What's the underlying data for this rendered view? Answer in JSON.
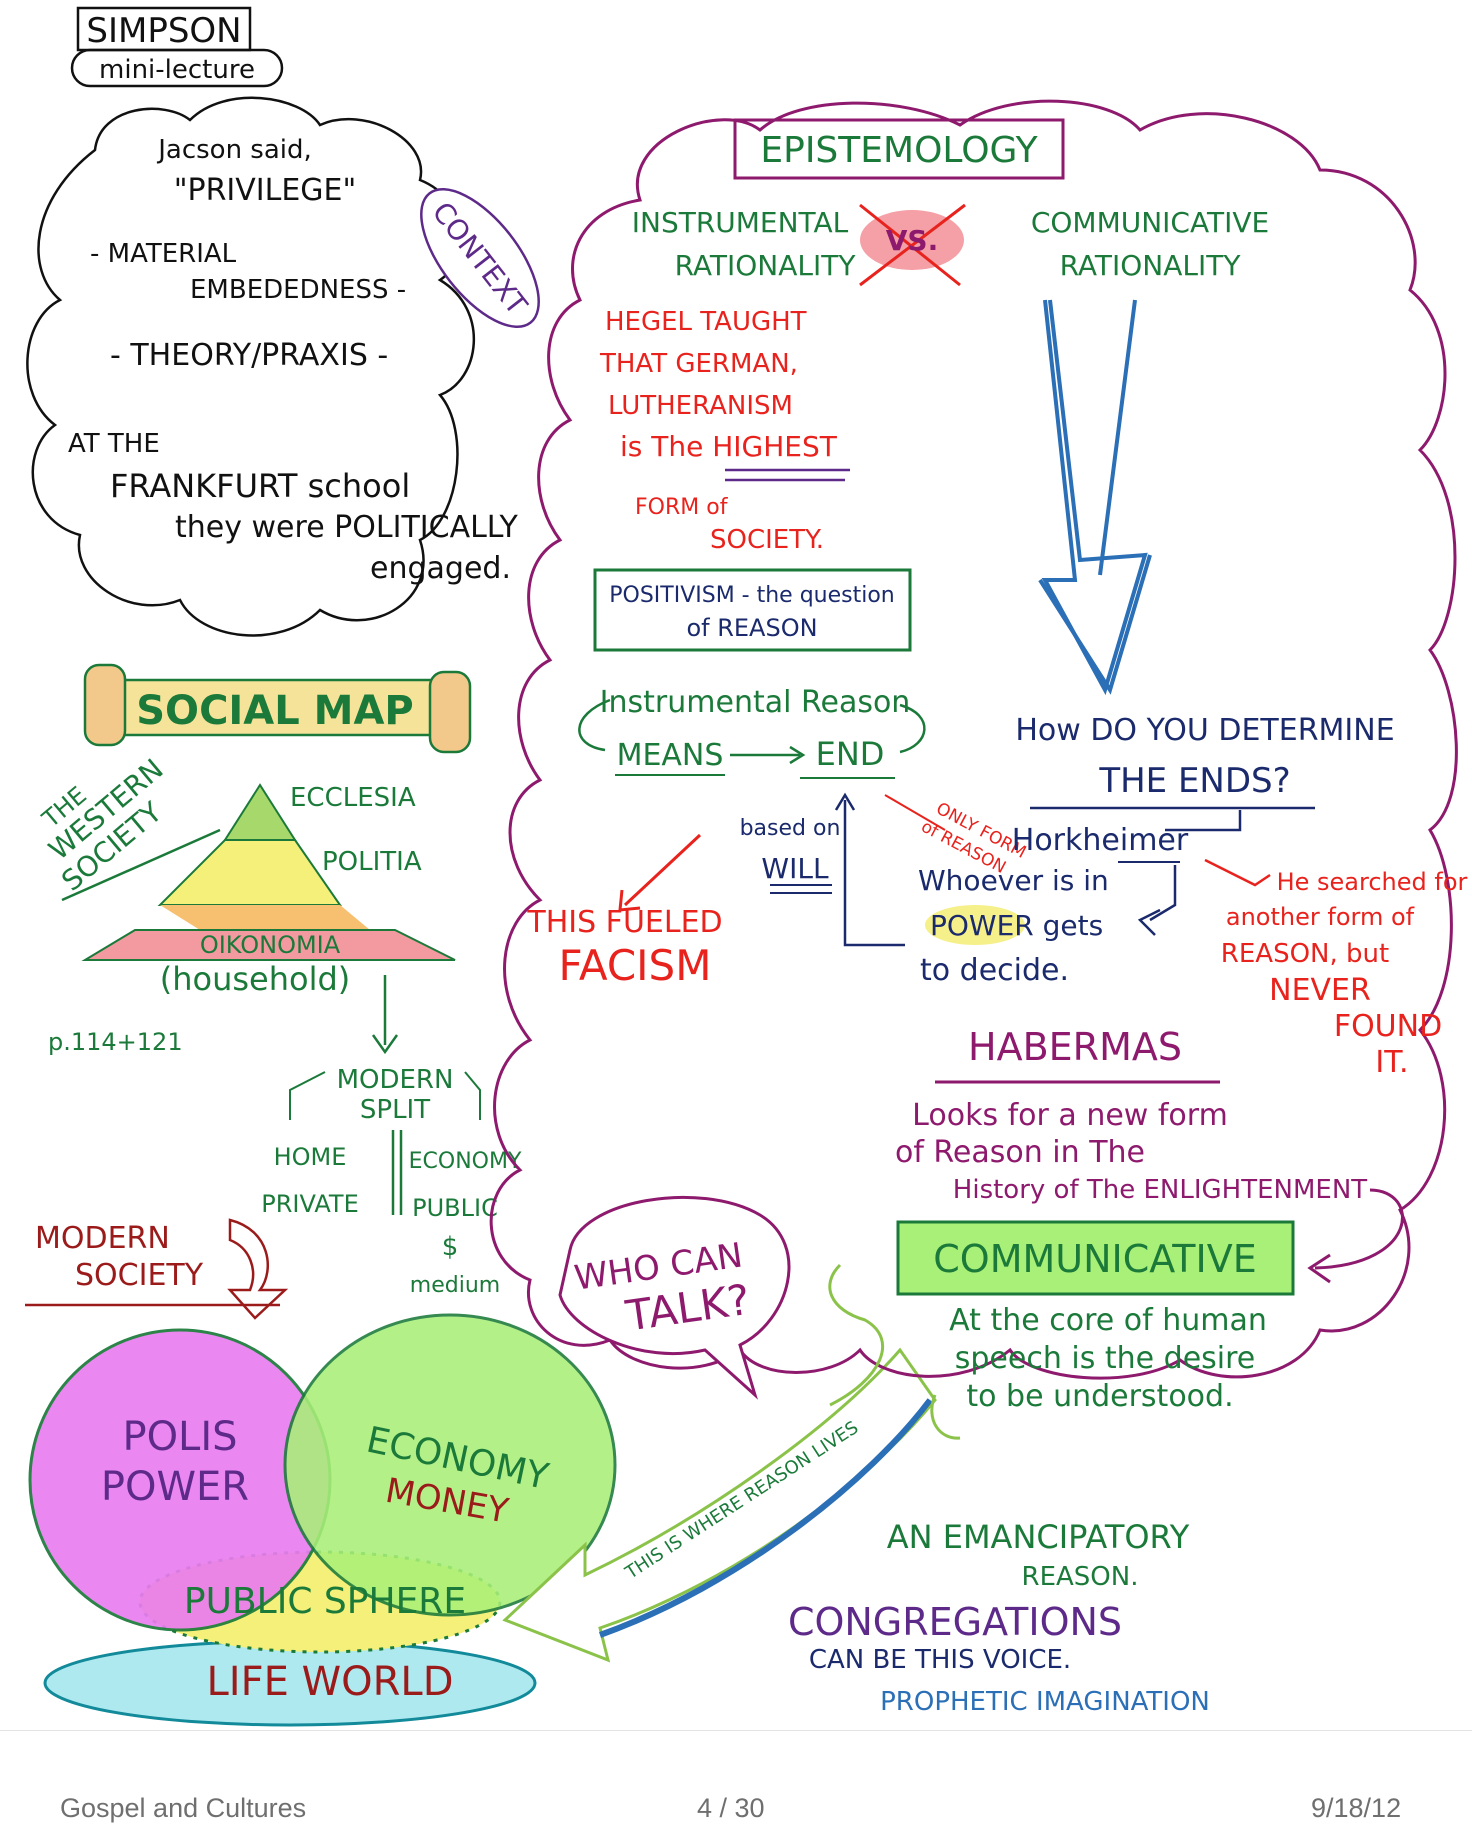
{
  "header": {
    "title": "SIMPSON",
    "subtitle": "mini-lecture"
  },
  "context_cloud": {
    "lines": [
      "Jacson said,",
      "\"PRIVILEGE\"",
      "- MATERIAL",
      "EMBEDEDNESS -",
      "- THEORY/PRAXIS -",
      "AT THE",
      "FRANKFURT school",
      "they were POLITICALLY",
      "engaged."
    ],
    "tag": "CONTEXT"
  },
  "social_map": {
    "banner": "SOCIAL MAP",
    "side_label": [
      "THE",
      "WESTERN",
      "SOCIETY"
    ],
    "levels": [
      "ECCLESIA",
      "POLITIA",
      "OIKONOMIA"
    ],
    "household": "(household)",
    "page_ref": "p.114+121",
    "modern_split": [
      "MODERN",
      "SPLIT"
    ],
    "left": [
      "HOME",
      "PRIVATE"
    ],
    "right": [
      "ECONOMY",
      "PUBLIC"
    ],
    "money": [
      "$",
      "medium"
    ]
  },
  "modern_society": {
    "label": [
      "MODERN",
      "SOCIETY"
    ],
    "polis": [
      "POLIS",
      "POWER"
    ],
    "economy": [
      "ECONOMY",
      "MONEY"
    ],
    "public_sphere": "PUBLIC SPHERE",
    "life_world": "LIFE WORLD",
    "arrow_label": "THIS IS WHERE REASON LIVES"
  },
  "epistemology": {
    "title": "EPISTEMOLOGY",
    "instrumental": [
      "INSTRUMENTAL",
      "RATIONALITY"
    ],
    "vs": "VS.",
    "communicative": [
      "COMMUNICATIVE",
      "RATIONALITY"
    ],
    "hegel": [
      "HEGEL TAUGHT",
      "THAT GERMAN,",
      "LUTHERANISM",
      "is The HIGHEST",
      "FORM of",
      "SOCIETY."
    ],
    "positivism": [
      "POSITIVISM - the question",
      "of REASON"
    ],
    "instrumental_reason": "Instrumental Reason",
    "means": "MEANS",
    "end": "END",
    "only_form": [
      "ONLY FORM",
      "of REASON"
    ],
    "based_on": [
      "based on",
      "WILL"
    ],
    "fueled": [
      "THIS FUELED",
      "FACISM"
    ],
    "question": [
      "How DO YOU DETERMINE",
      "THE ENDS?"
    ],
    "horkheimer": "Horkheimer",
    "whoever": [
      "Whoever is in",
      "POWER gets",
      "to decide."
    ],
    "searched": [
      "He searched for",
      "another form of",
      "REASON, but",
      "NEVER",
      "FOUND",
      "IT."
    ],
    "habermas": "HABERMAS",
    "looks_for": [
      "Looks for a new form",
      "of Reason in The",
      "History of The ENLIGHTENMENT"
    ],
    "communicative_box": "COMMUNICATIVE",
    "core": [
      "At the core of human",
      "speech is the desire",
      "to be understood."
    ],
    "who_can_talk": [
      "WHO CAN",
      "TALK?"
    ],
    "emancipatory": [
      "AN EMANCIPATORY",
      "REASON."
    ],
    "congregations": [
      "CONGREGATIONS",
      "CAN BE THIS VOICE.",
      "PROPHETIC IMAGINATION"
    ]
  },
  "footer": {
    "course": "Gospel and Cultures",
    "page": "4 / 30",
    "date": "9/18/12"
  },
  "colors": {
    "purple": "#8e1a6e",
    "green": "#1b7a3a",
    "red": "#e8231d",
    "navy": "#1a2a6c",
    "blue": "#2b6fb7"
  }
}
